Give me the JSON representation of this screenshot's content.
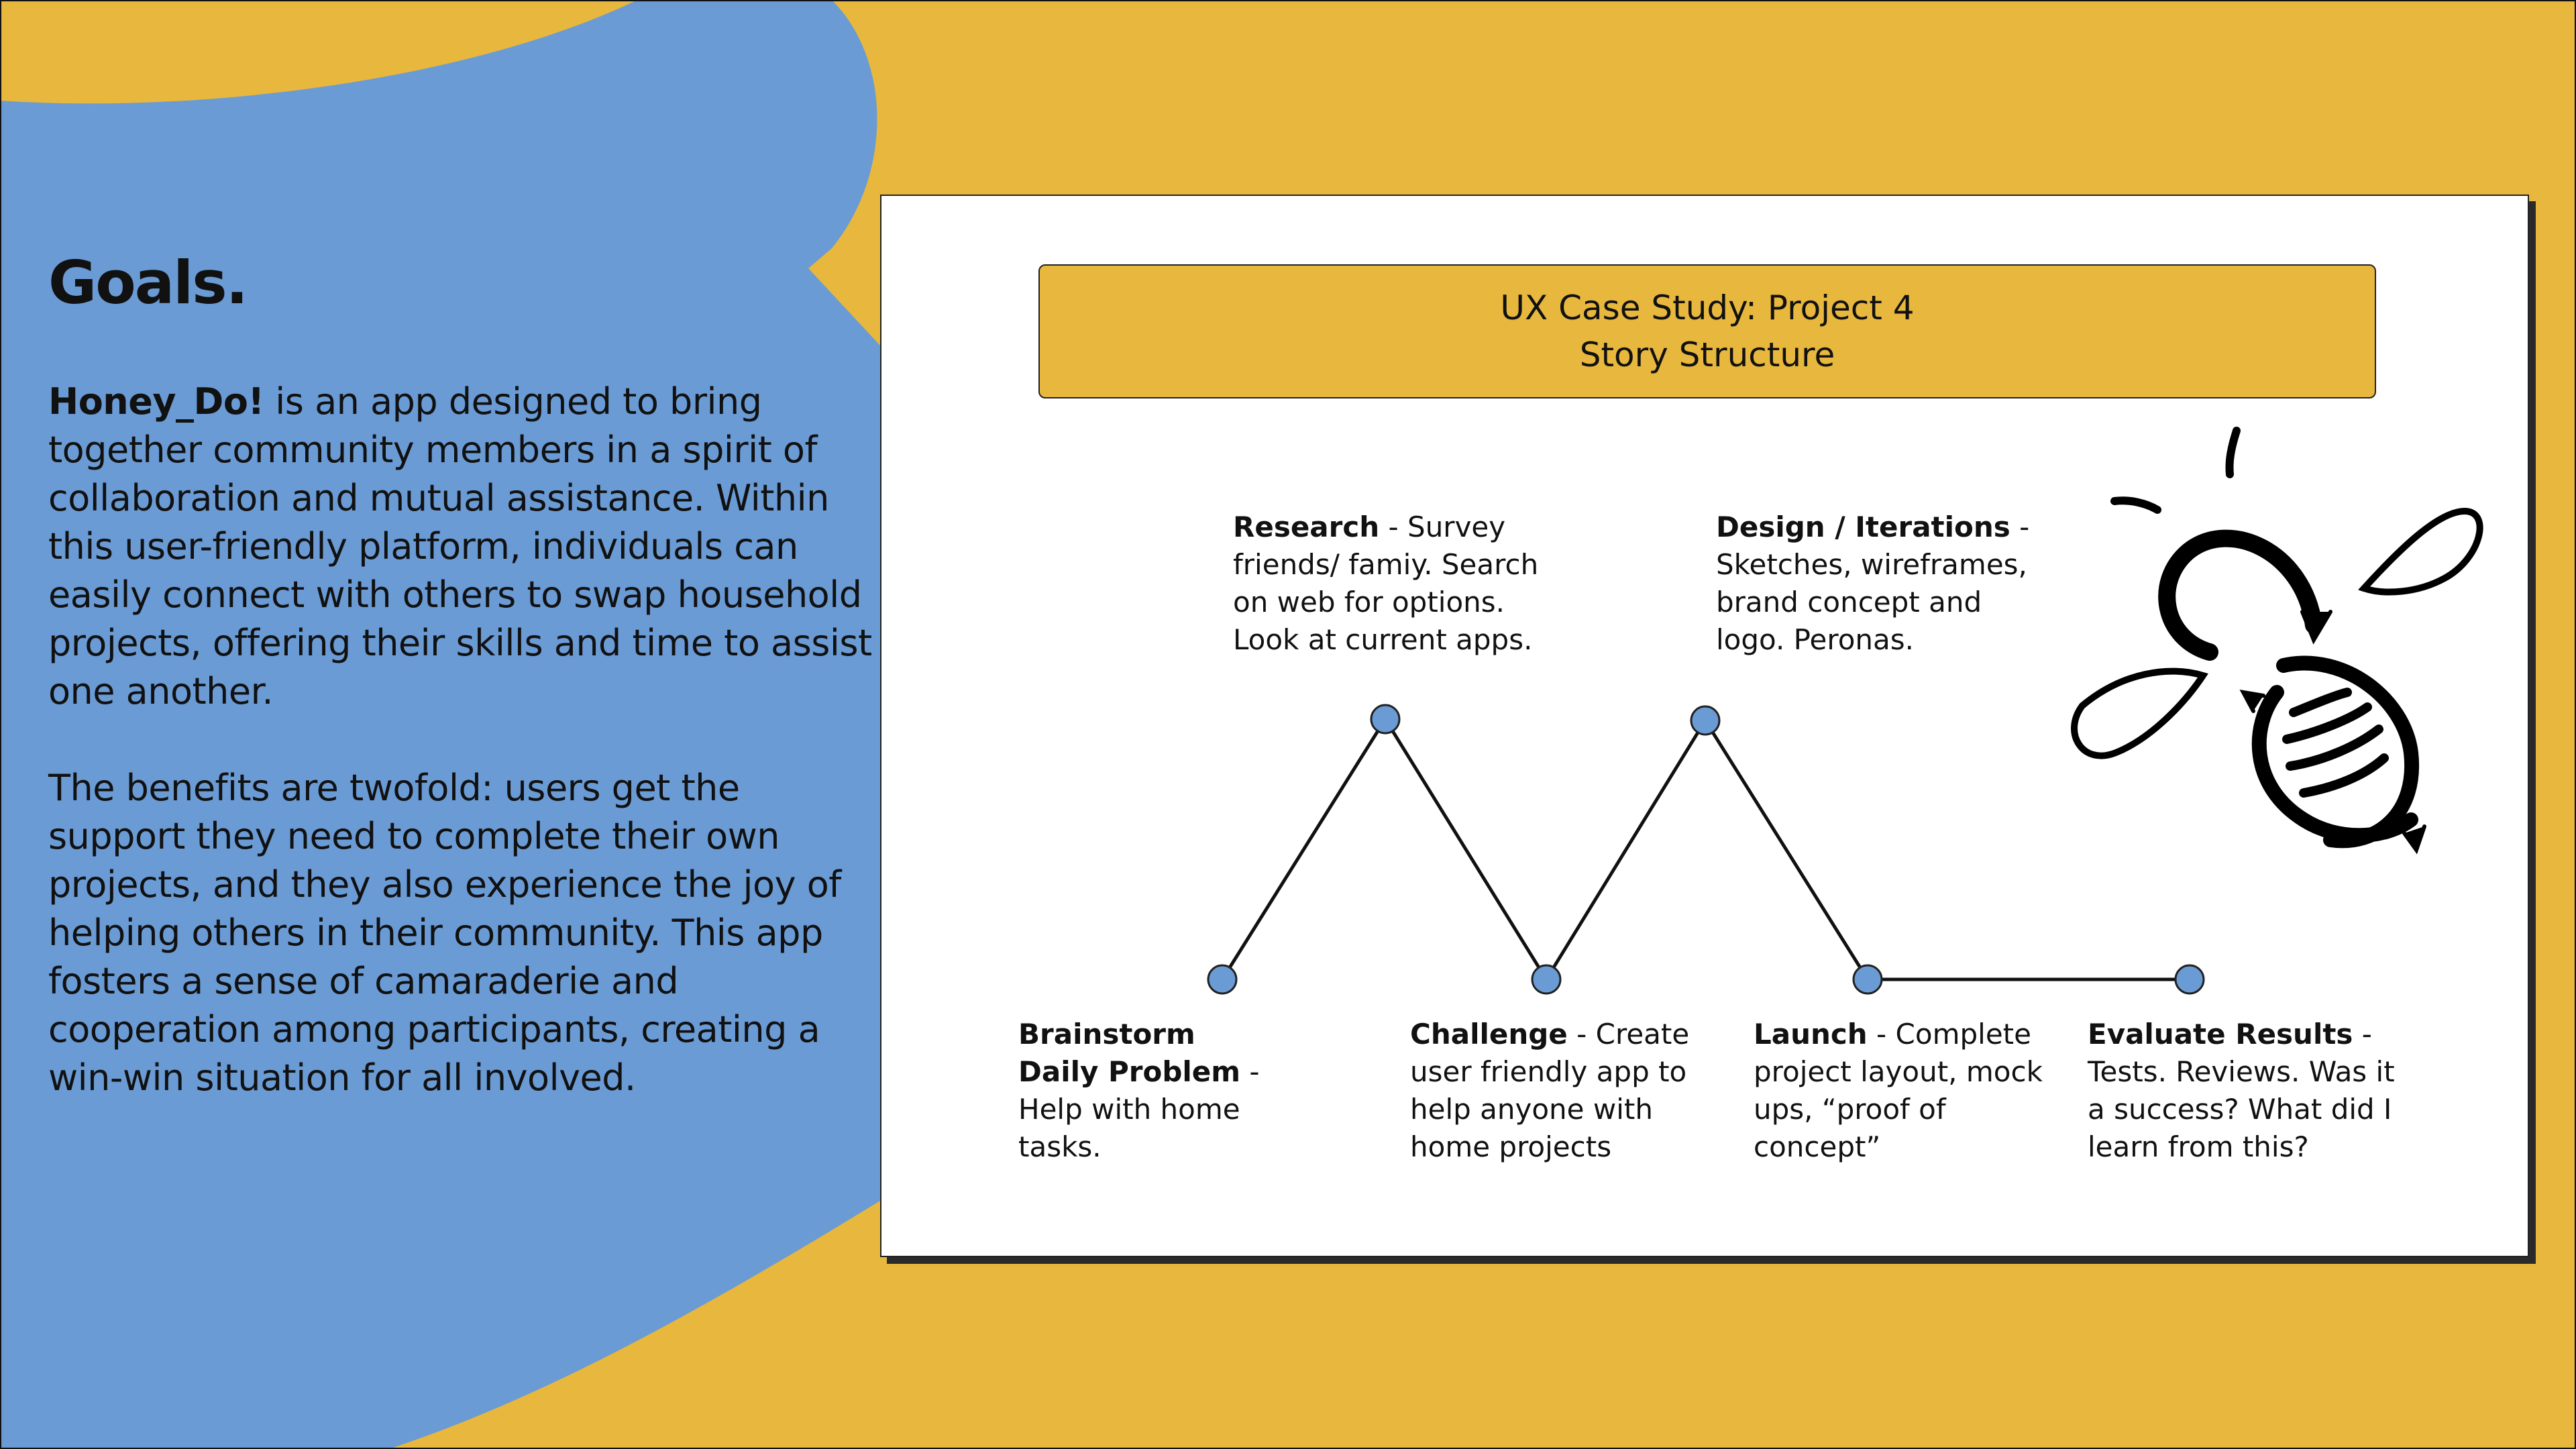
{
  "goals": {
    "title": "Goals.",
    "brand": "Honey_Do!",
    "paragraph1": " is an app designed to bring together community members in a spirit of collaboration and mutual assistance. Within this user-friendly platform, individuals can easily connect with others to swap household projects, offering their skills and time to assist one another.",
    "paragraph2": "The benefits are twofold: users get the support they need to complete their own projects, and they also experience the joy of helping others in their community. This app fosters a sense of camaraderie and cooperation among participants, creating a win-win situation for all involved."
  },
  "card": {
    "banner_line1": "UX Case Study: Project 4",
    "banner_line2": "Story Structure",
    "stages": [
      {
        "title": "Brainstorm Daily Problem",
        "text": " - Help with home tasks."
      },
      {
        "title": "Research",
        "text": " - Survey friends/ famiy. Search on web for options. Look at current apps."
      },
      {
        "title": "Challenge",
        "text": "  - Create user friendly app to help anyone with home projects"
      },
      {
        "title": "Design / Iterations",
        "text": " - Sketches, wireframes, brand concept and logo. Peronas."
      },
      {
        "title": "Launch",
        "text": " - Complete project layout, mock ups, “proof of concept”"
      },
      {
        "title": "Evaluate Results",
        "text": " - Tests. Reviews. Was it a success? What did I learn from this?"
      }
    ]
  },
  "colors": {
    "background_yellow": "#e8b73d",
    "blob_blue": "#6a9bd5",
    "node_blue": "#6a9bd5",
    "card_white": "#ffffff"
  },
  "icons": [
    "bee-logo-icon"
  ]
}
